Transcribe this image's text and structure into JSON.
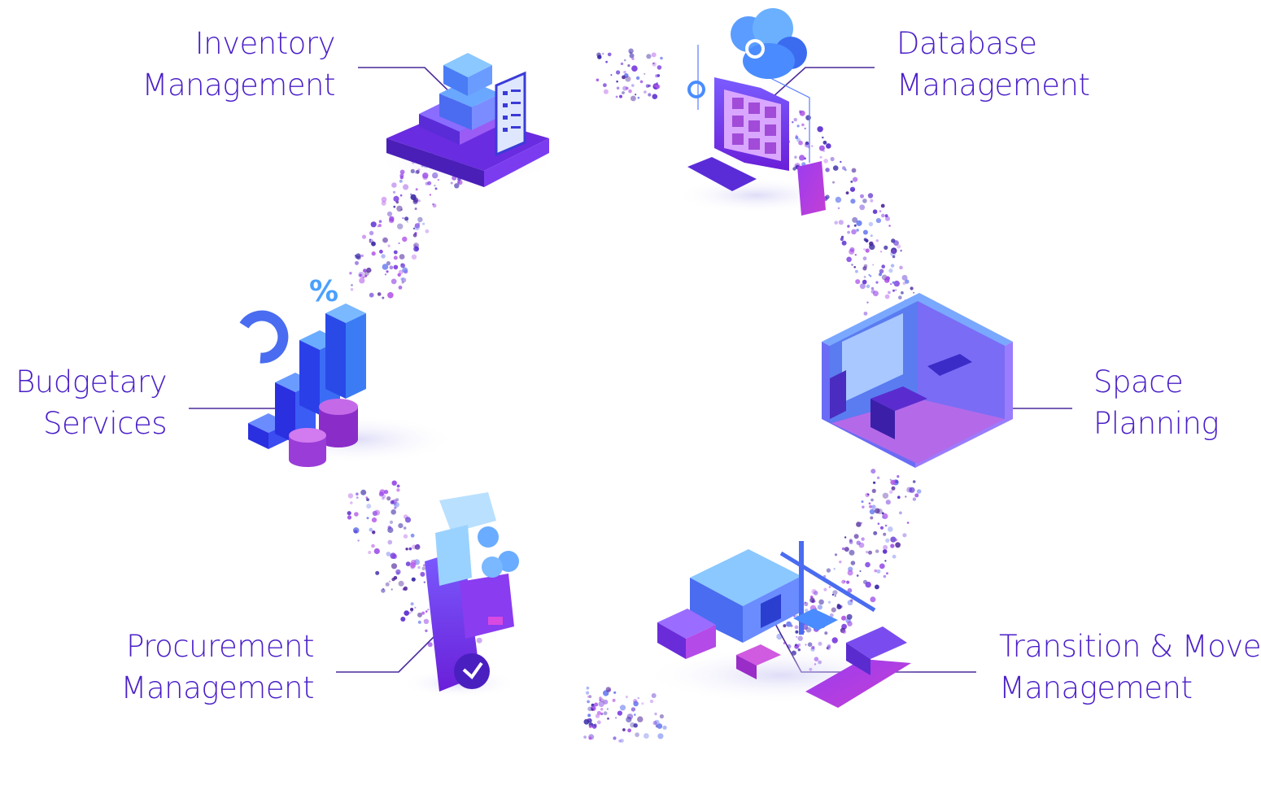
{
  "colors": {
    "accent": "#5a2bd6",
    "label": "#4a1fc8",
    "blue": "#2f4df0",
    "violet": "#8a2be2",
    "purple": "#b13cd6",
    "cyan": "#3aa6ff"
  },
  "labels": {
    "inventory": {
      "line1": "Inventory",
      "line2": "Management"
    },
    "database": {
      "line1": "Database",
      "line2": "Management"
    },
    "budget": {
      "line1": "Budgetary",
      "line2": "Services"
    },
    "space": {
      "line1": "Space",
      "line2": "Planning"
    },
    "procurement": {
      "line1": "Procurement",
      "line2": "Management"
    },
    "transition": {
      "line1": "Transition & Move",
      "line2": "Management"
    }
  },
  "icons": {
    "inventory": "pallet-boxes-clipboard-icon",
    "database": "computer-cloud-gear-icon",
    "budget": "bar-chart-coins-percent-icon",
    "space": "isometric-room-office-icon",
    "procurement": "phone-receipt-card-coins-icon",
    "transition": "warehouse-truck-crane-ship-icon"
  },
  "budget_icon_text": "%"
}
